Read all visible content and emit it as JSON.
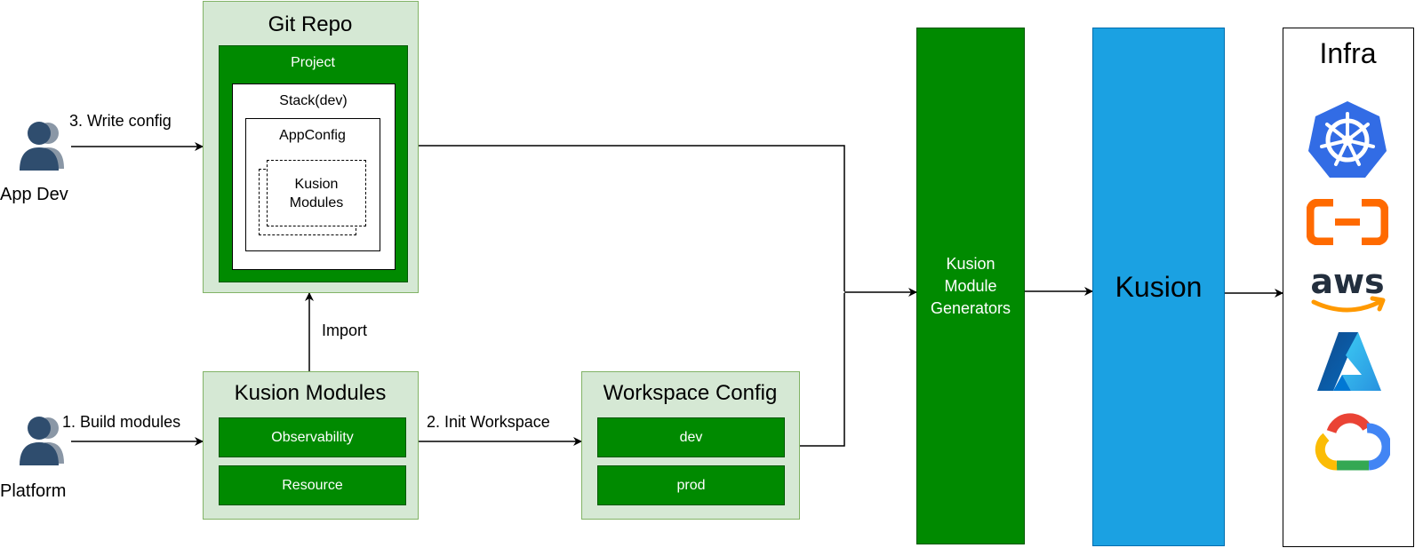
{
  "actors": {
    "app_dev": "App Dev",
    "platform": "Platform"
  },
  "arrows": {
    "write_config": "3. Write config",
    "build_modules": "1. Build modules",
    "init_workspace": "2. Init Workspace",
    "import": "Import"
  },
  "git_repo": {
    "title": "Git Repo",
    "project": "Project",
    "stack": "Stack(dev)",
    "appconfig": "AppConfig",
    "kusion_modules": "Kusion Modules"
  },
  "kusion_modules_box": {
    "title": "Kusion Modules",
    "items": [
      "Observability",
      "Resource"
    ]
  },
  "workspace_config": {
    "title": "Workspace Config",
    "items": [
      "dev",
      "prod"
    ]
  },
  "generators": {
    "label": "Kusion Module Generators"
  },
  "kusion": {
    "label": "Kusion"
  },
  "infra": {
    "title": "Infra",
    "logos": [
      "kubernetes-icon",
      "alibaba-cloud-icon",
      "aws-icon",
      "azure-icon",
      "google-cloud-icon"
    ]
  },
  "colors": {
    "light_green": "#d5e8d4",
    "green": "#008a00",
    "kusion_blue": "#1ba1e2",
    "person": "#2f4d6e"
  }
}
